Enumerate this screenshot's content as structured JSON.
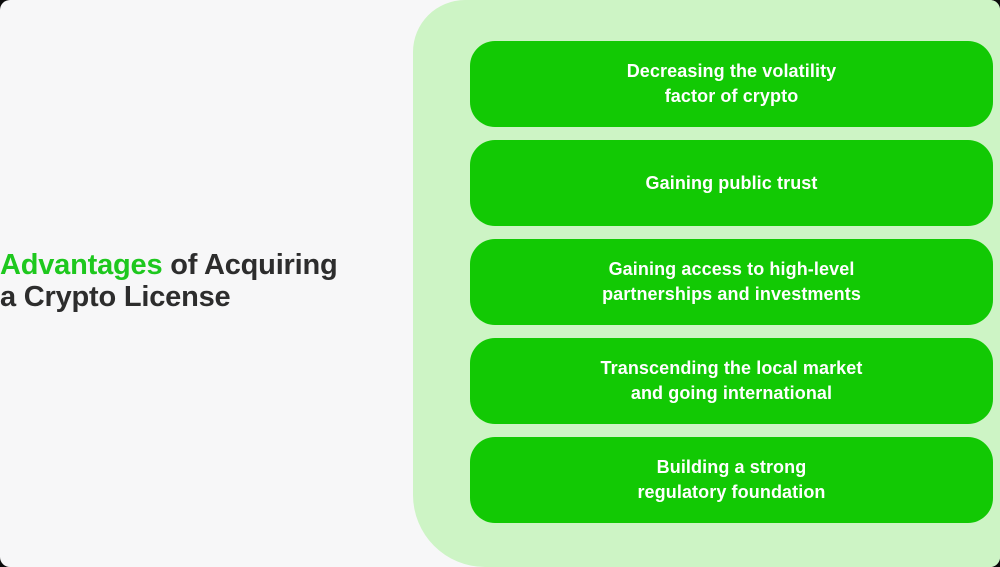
{
  "colors": {
    "page_bg": "#F7F7F8",
    "panel_bg": "#CDF4C5",
    "card_bg": "#12C904",
    "card_text": "#FFFFFF",
    "title_accent": "#1EC81E",
    "title_text": "#2D2D2D"
  },
  "title": {
    "accent": "Advantages",
    "rest": " of Acquiring",
    "line2": "a Crypto License"
  },
  "advantages": {
    "items": [
      {
        "line1": "Decreasing the volatility",
        "line2": "factor of crypto"
      },
      {
        "line1": "Gaining public trust",
        "line2": ""
      },
      {
        "line1": "Gaining access to high-level",
        "line2": "partnerships and investments"
      },
      {
        "line1": "Transcending the local market",
        "line2": "and going international"
      },
      {
        "line1": "Building a strong",
        "line2": "regulatory foundation"
      }
    ]
  }
}
